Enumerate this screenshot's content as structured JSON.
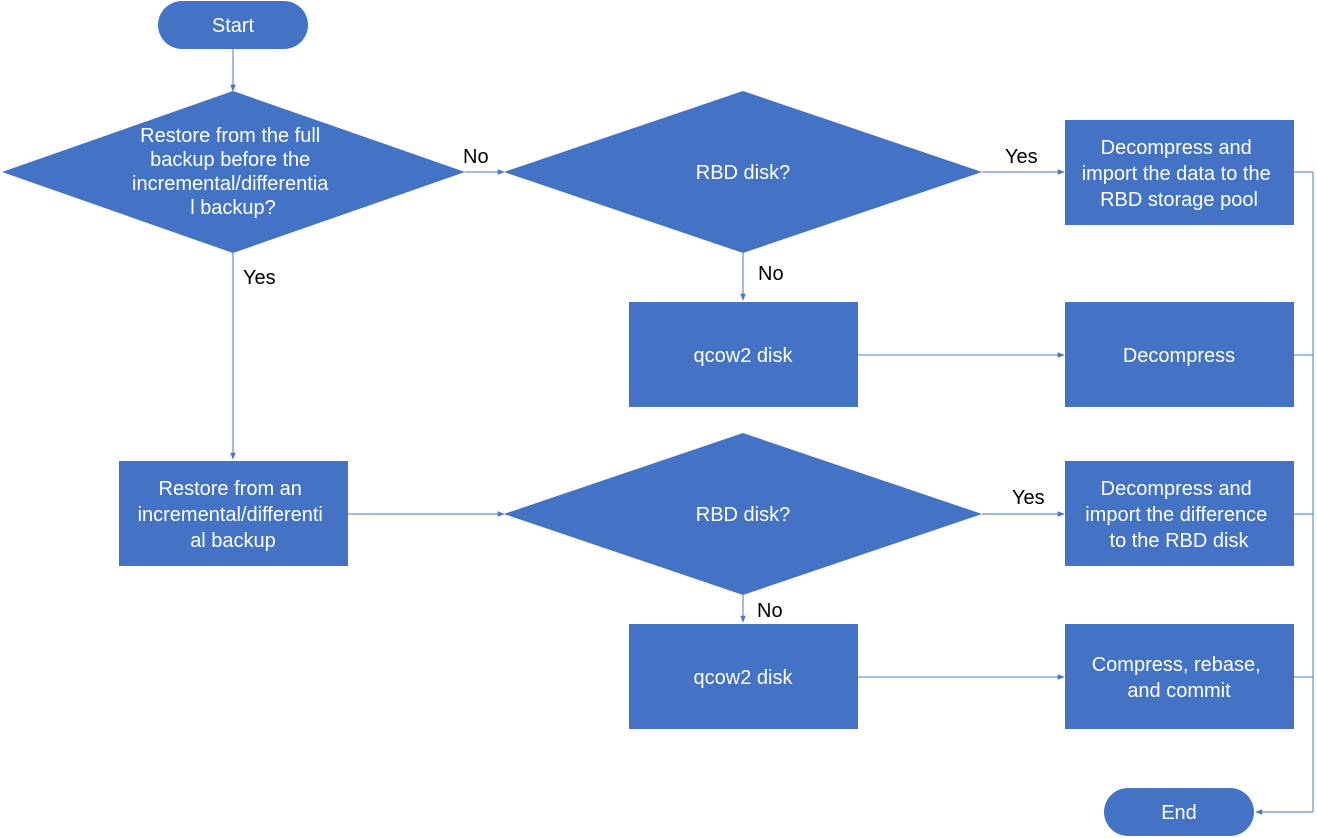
{
  "colors": {
    "node_fill": "#4472c4",
    "edge_stroke": "#4a78c4",
    "node_text": "#ffffff",
    "label_text": "#000000"
  },
  "nodes": {
    "start": "Start",
    "decision_full_backup": [
      "Restore from the full",
      "backup before the",
      "incremental/differentia",
      "l backup?"
    ],
    "decision_rbd_top": "RBD disk?",
    "box_decompress_import_data": [
      "Decompress and",
      "import the data to the",
      "RBD storage pool"
    ],
    "box_qcow2_top": "qcow2 disk",
    "box_decompress": "Decompress",
    "box_restore_incremental": [
      "Restore from an",
      "incremental/differenti",
      "al backup"
    ],
    "decision_rbd_bottom": "RBD disk?",
    "box_decompress_import_diff": [
      "Decompress and",
      "import the difference",
      "to the RBD disk"
    ],
    "box_qcow2_bottom": "qcow2 disk",
    "box_compress_rebase": [
      "Compress, rebase,",
      "and commit"
    ],
    "end": "End"
  },
  "edge_labels": {
    "full_backup_no": "No",
    "full_backup_yes": "Yes",
    "rbd_top_yes": "Yes",
    "rbd_top_no": "No",
    "rbd_bottom_yes": "Yes",
    "rbd_bottom_no": "No"
  }
}
